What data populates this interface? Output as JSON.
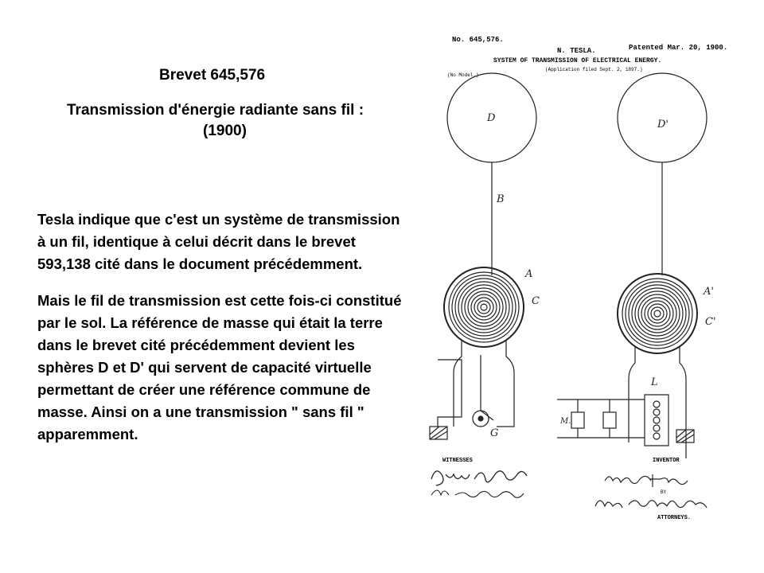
{
  "title": {
    "line1": "Brevet 645,576",
    "line2": "Transmission d'énergie radiante sans fil :",
    "line3": "(1900)"
  },
  "paragraphs": [
    "Tesla indique que c'est un système de transmission à un fil, identique à celui décrit dans le brevet 593,138 cité dans le document précédemment.",
    "Mais le fil de transmission est cette fois-ci constitué par le sol. La référence de masse qui était la terre dans le brevet cité précédemment devient les sphères D et D' qui servent de capacité virtuelle permettant de créer une référence commune de masse. Ainsi on a une transmission \" sans fil \" apparemment."
  ],
  "patent": {
    "number": "No. 645,576.",
    "inventor_name": "N. TESLA.",
    "patented": "Patented Mar. 20, 1900.",
    "system_title": "SYSTEM OF TRANSMISSION OF ELECTRICAL ENERGY.",
    "application": "(Application filed Sept. 2, 1897.)",
    "no_model": "(No Model.)",
    "witnesses_label": "WITNESSES",
    "inventor_label": "INVENTOR",
    "by_label": "BY",
    "attorneys_label": "ATTORNEYS.",
    "labels": {
      "D": "D",
      "D_prime": "D'",
      "B": "B",
      "A": "A",
      "C": "C",
      "A_prime": "A'",
      "C_prime": "C'",
      "L": "L",
      "M": "M.",
      "G": "G"
    }
  }
}
